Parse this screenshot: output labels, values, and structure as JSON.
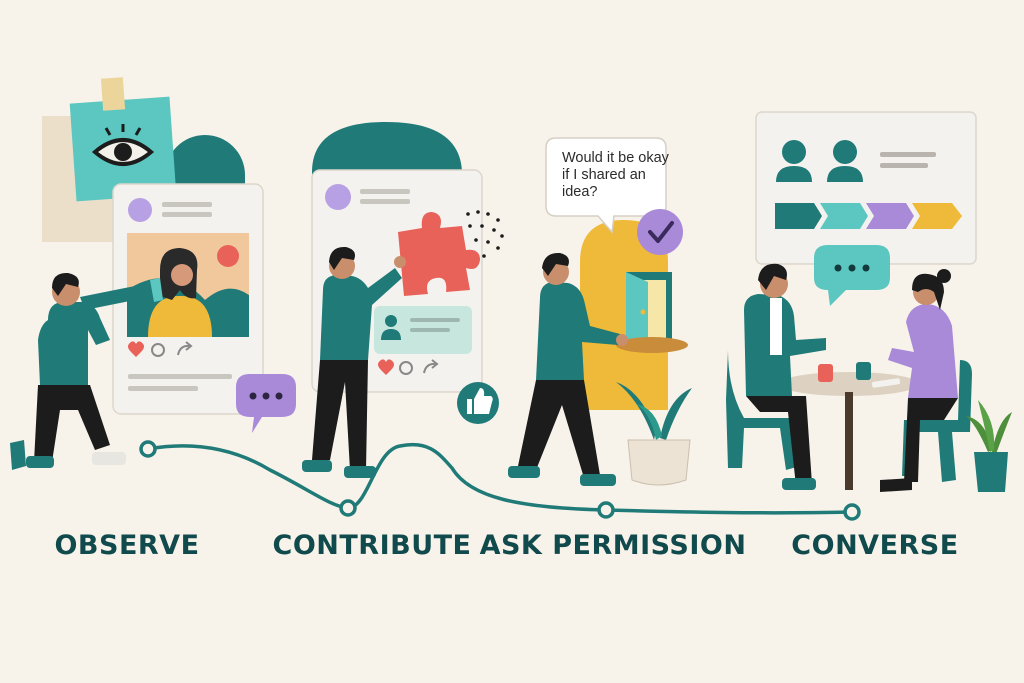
{
  "steps": [
    {
      "label": "OBSERVE"
    },
    {
      "label": "CONTRIBUTE"
    },
    {
      "label": "ASK PERMISSION"
    },
    {
      "label": "CONVERSE"
    }
  ],
  "speech_bubble": {
    "text": "Would it be okay if I shared an idea?"
  },
  "colors": {
    "background": "#f8f3ea",
    "teal_dark": "#1f7a78",
    "teal_light": "#5cc7c0",
    "purple": "#a98ad9",
    "coral": "#e9625a",
    "mustard": "#efb93a",
    "label_text": "#114a4d"
  },
  "icons": [
    "eye-icon",
    "telescope-icon",
    "puzzle-piece-icon",
    "thumbs-up-icon",
    "checkmark-icon",
    "door-icon",
    "chat-icon",
    "heart-icon",
    "share-icon",
    "user-icon"
  ]
}
